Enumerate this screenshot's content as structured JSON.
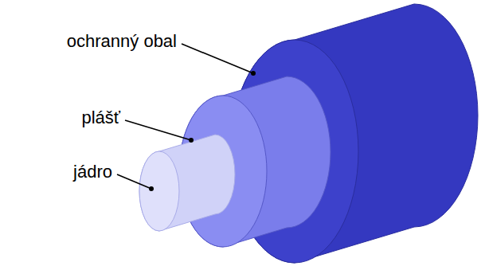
{
  "diagram": {
    "labels": [
      "ochranný obal",
      "plášť",
      "jádro"
    ]
  }
}
